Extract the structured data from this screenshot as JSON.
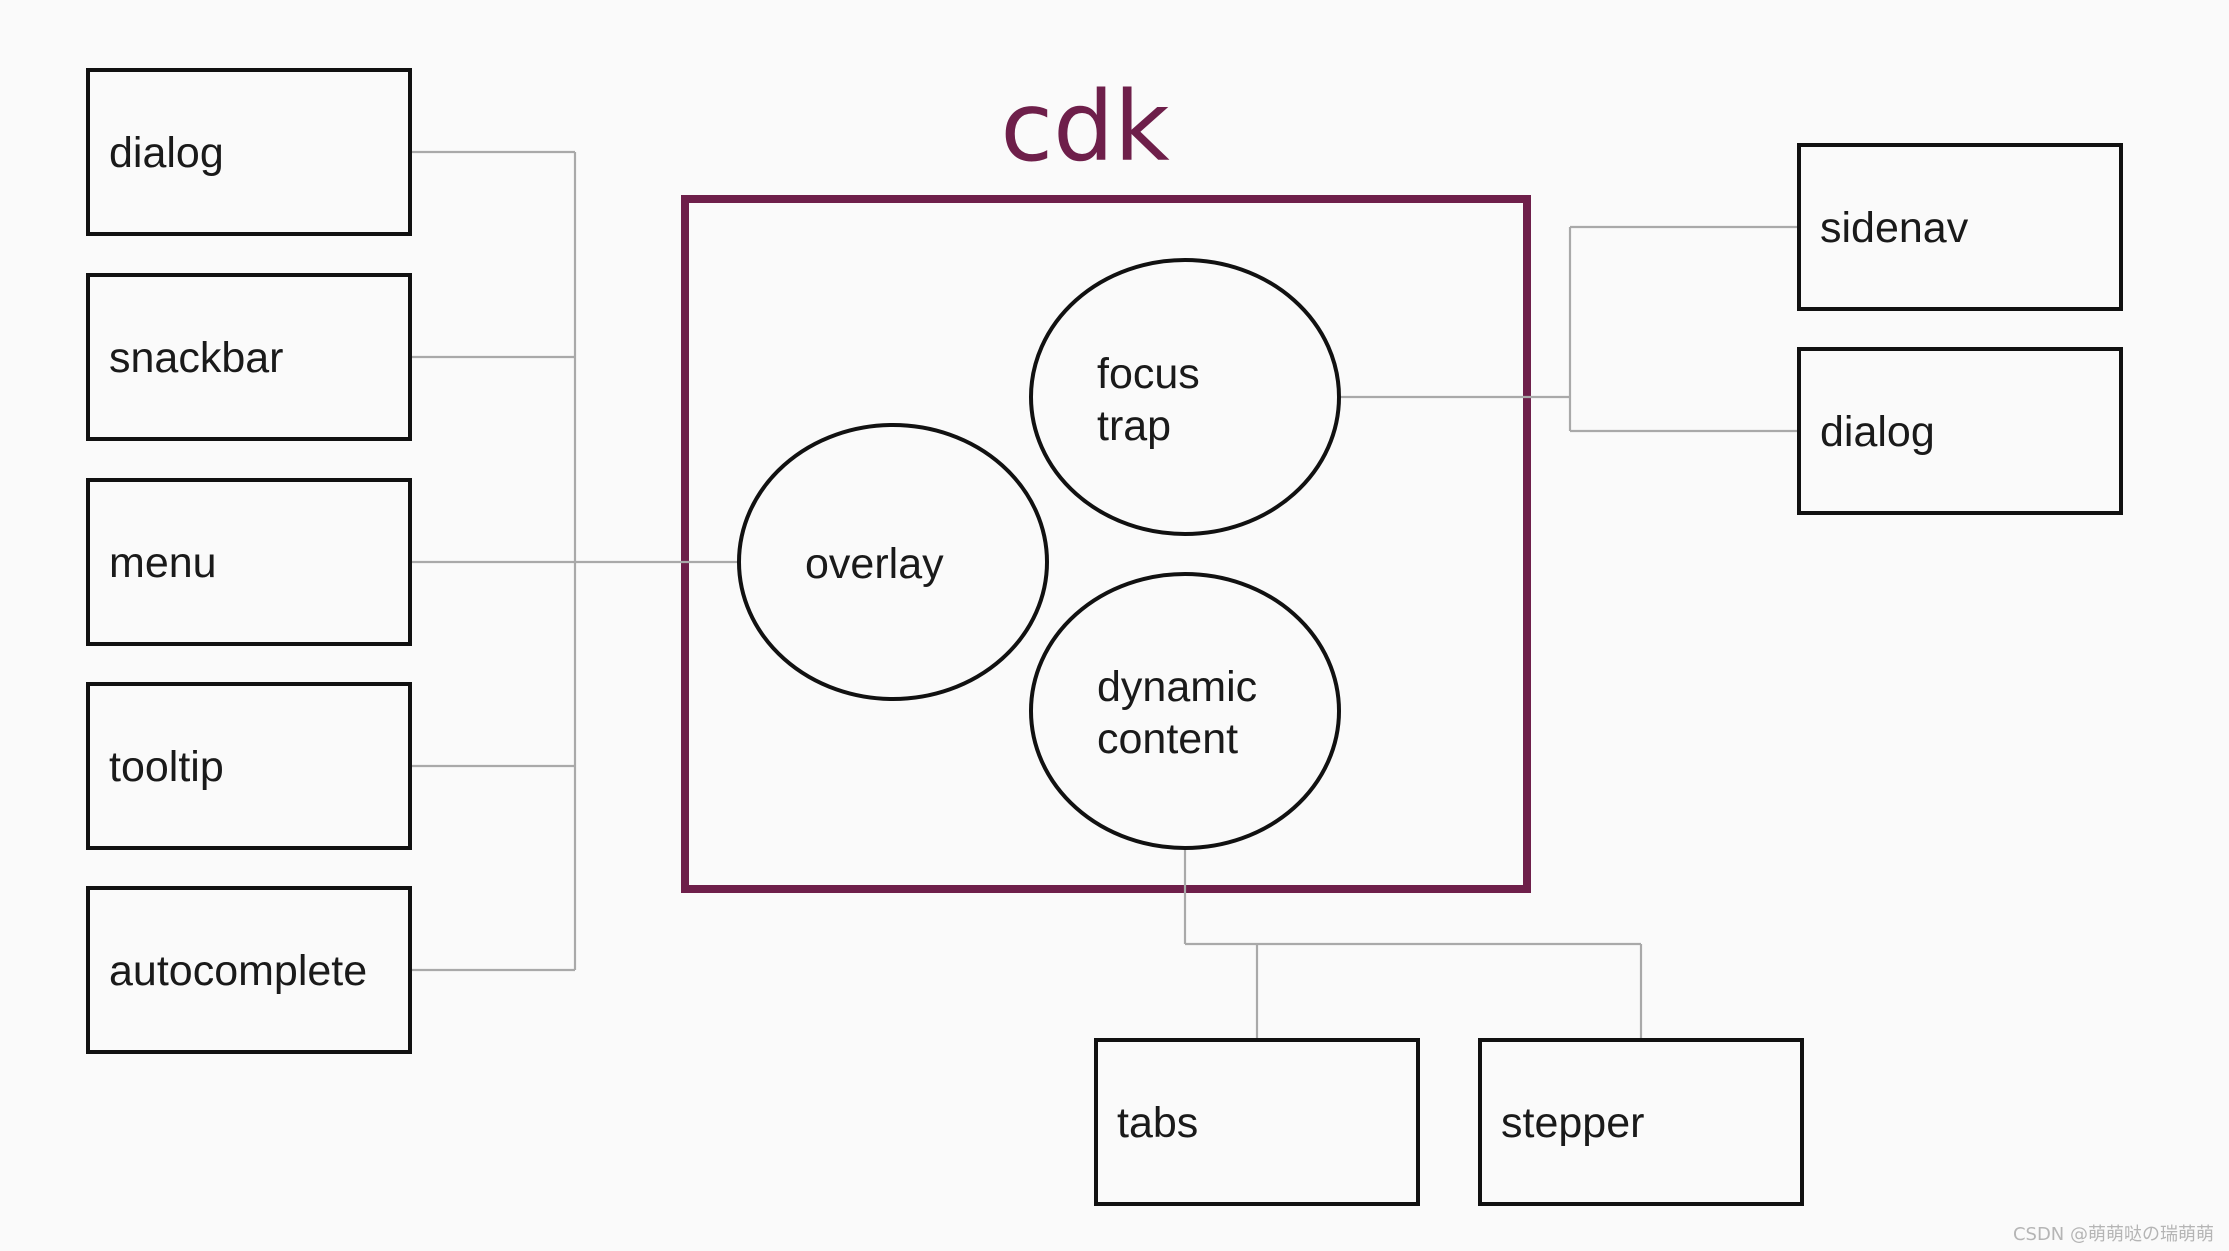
{
  "title": "cdk",
  "colors": {
    "accent": "#6e1f4a",
    "stroke": "#111111",
    "connector": "#a9a9a9",
    "background": "#fafafa"
  },
  "core": {
    "overlay": "overlay",
    "focus_trap": [
      "focus",
      "trap"
    ],
    "dynamic_content": [
      "dynamic",
      "content"
    ]
  },
  "overlay_consumers": [
    "dialog",
    "snackbar",
    "menu",
    "tooltip",
    "autocomplete"
  ],
  "focus_trap_consumers": [
    "sidenav",
    "dialog"
  ],
  "dynamic_content_consumers": [
    "tabs",
    "stepper"
  ],
  "watermark": "CSDN @萌萌哒の瑞萌萌"
}
